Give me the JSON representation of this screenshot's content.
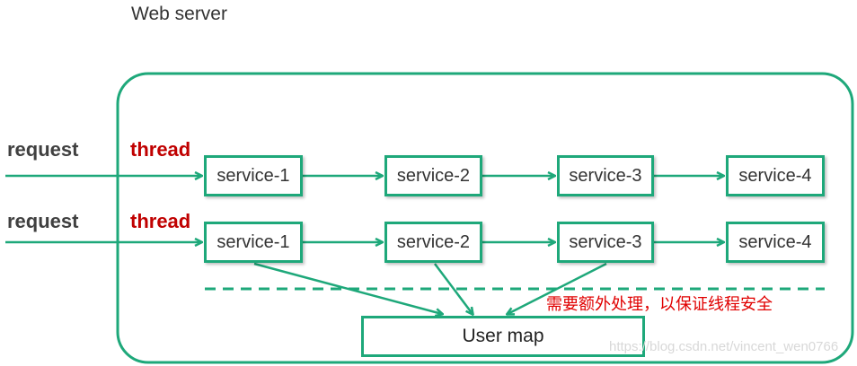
{
  "title": "Web server",
  "rows": [
    {
      "request_label": "request",
      "thread_label": "thread",
      "services": [
        "service-1",
        "service-2",
        "service-3",
        "service-4"
      ]
    },
    {
      "request_label": "request",
      "thread_label": "thread",
      "services": [
        "service-1",
        "service-2",
        "service-3",
        "service-4"
      ]
    }
  ],
  "user_map_label": "User map",
  "note": "需要额外处理，以保证线程安全",
  "watermark": "https://blog.csdn.net/vincent_wen0766",
  "colors": {
    "accent": "#1ea87a",
    "thread": "#c00000",
    "note": "#e00000"
  }
}
